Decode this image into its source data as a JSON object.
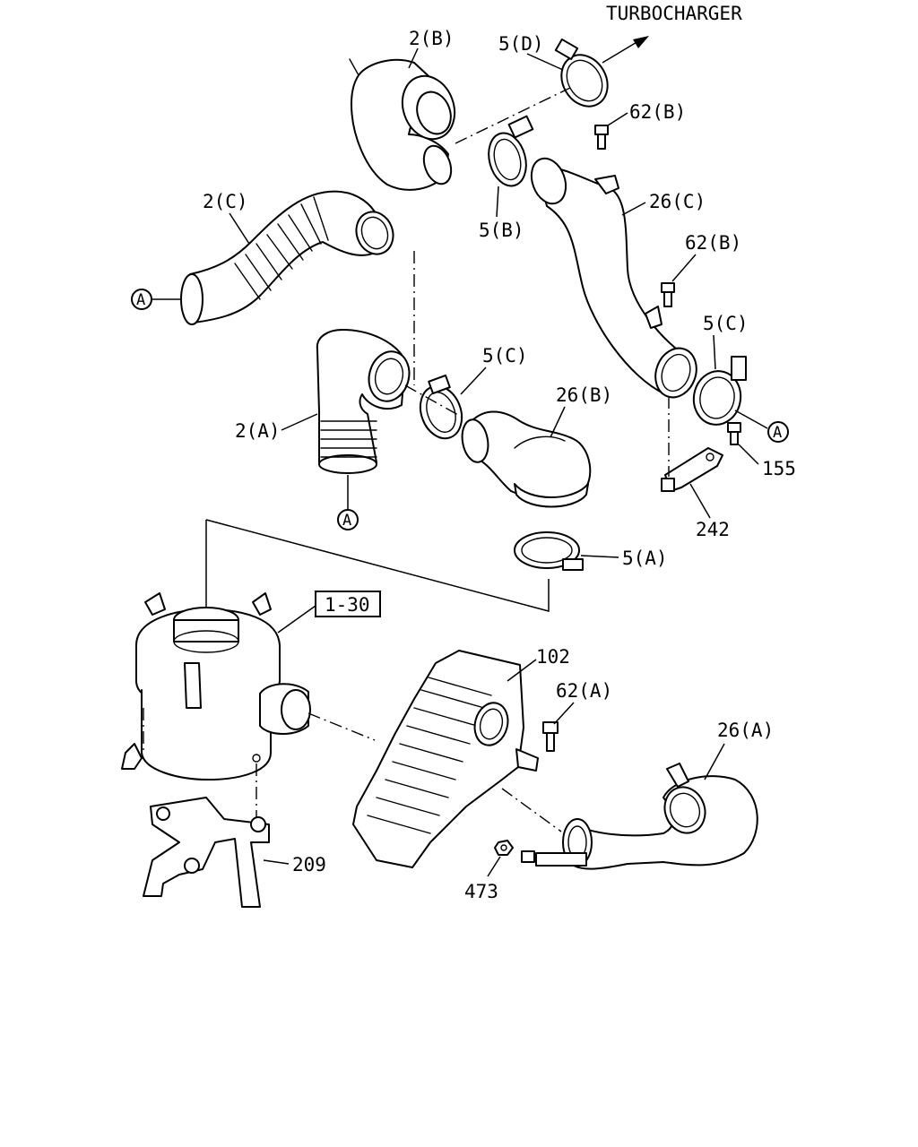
{
  "header": {
    "turbo_label": "TURBOCHARGER"
  },
  "callouts": {
    "c_2b": "2(B)",
    "c_5d": "5(D)",
    "c_62b_top": "62(B)",
    "c_26c": "26(C)",
    "c_2c": "2(C)",
    "c_5b": "5(B)",
    "c_62b_mid": "62(B)",
    "c_5c_right": "5(C)",
    "c_5c_left": "5(C)",
    "c_26b": "26(B)",
    "c_2a": "2(A)",
    "c_155": "155",
    "c_242": "242",
    "c_5a": "5(A)",
    "c_ref": "1-30",
    "c_102": "102",
    "c_62a": "62(A)",
    "c_26a": "26(A)",
    "c_209": "209",
    "c_473": "473"
  },
  "markers": {
    "a": "A"
  },
  "colors": {
    "ink": "#000000",
    "paper": "#ffffff"
  }
}
